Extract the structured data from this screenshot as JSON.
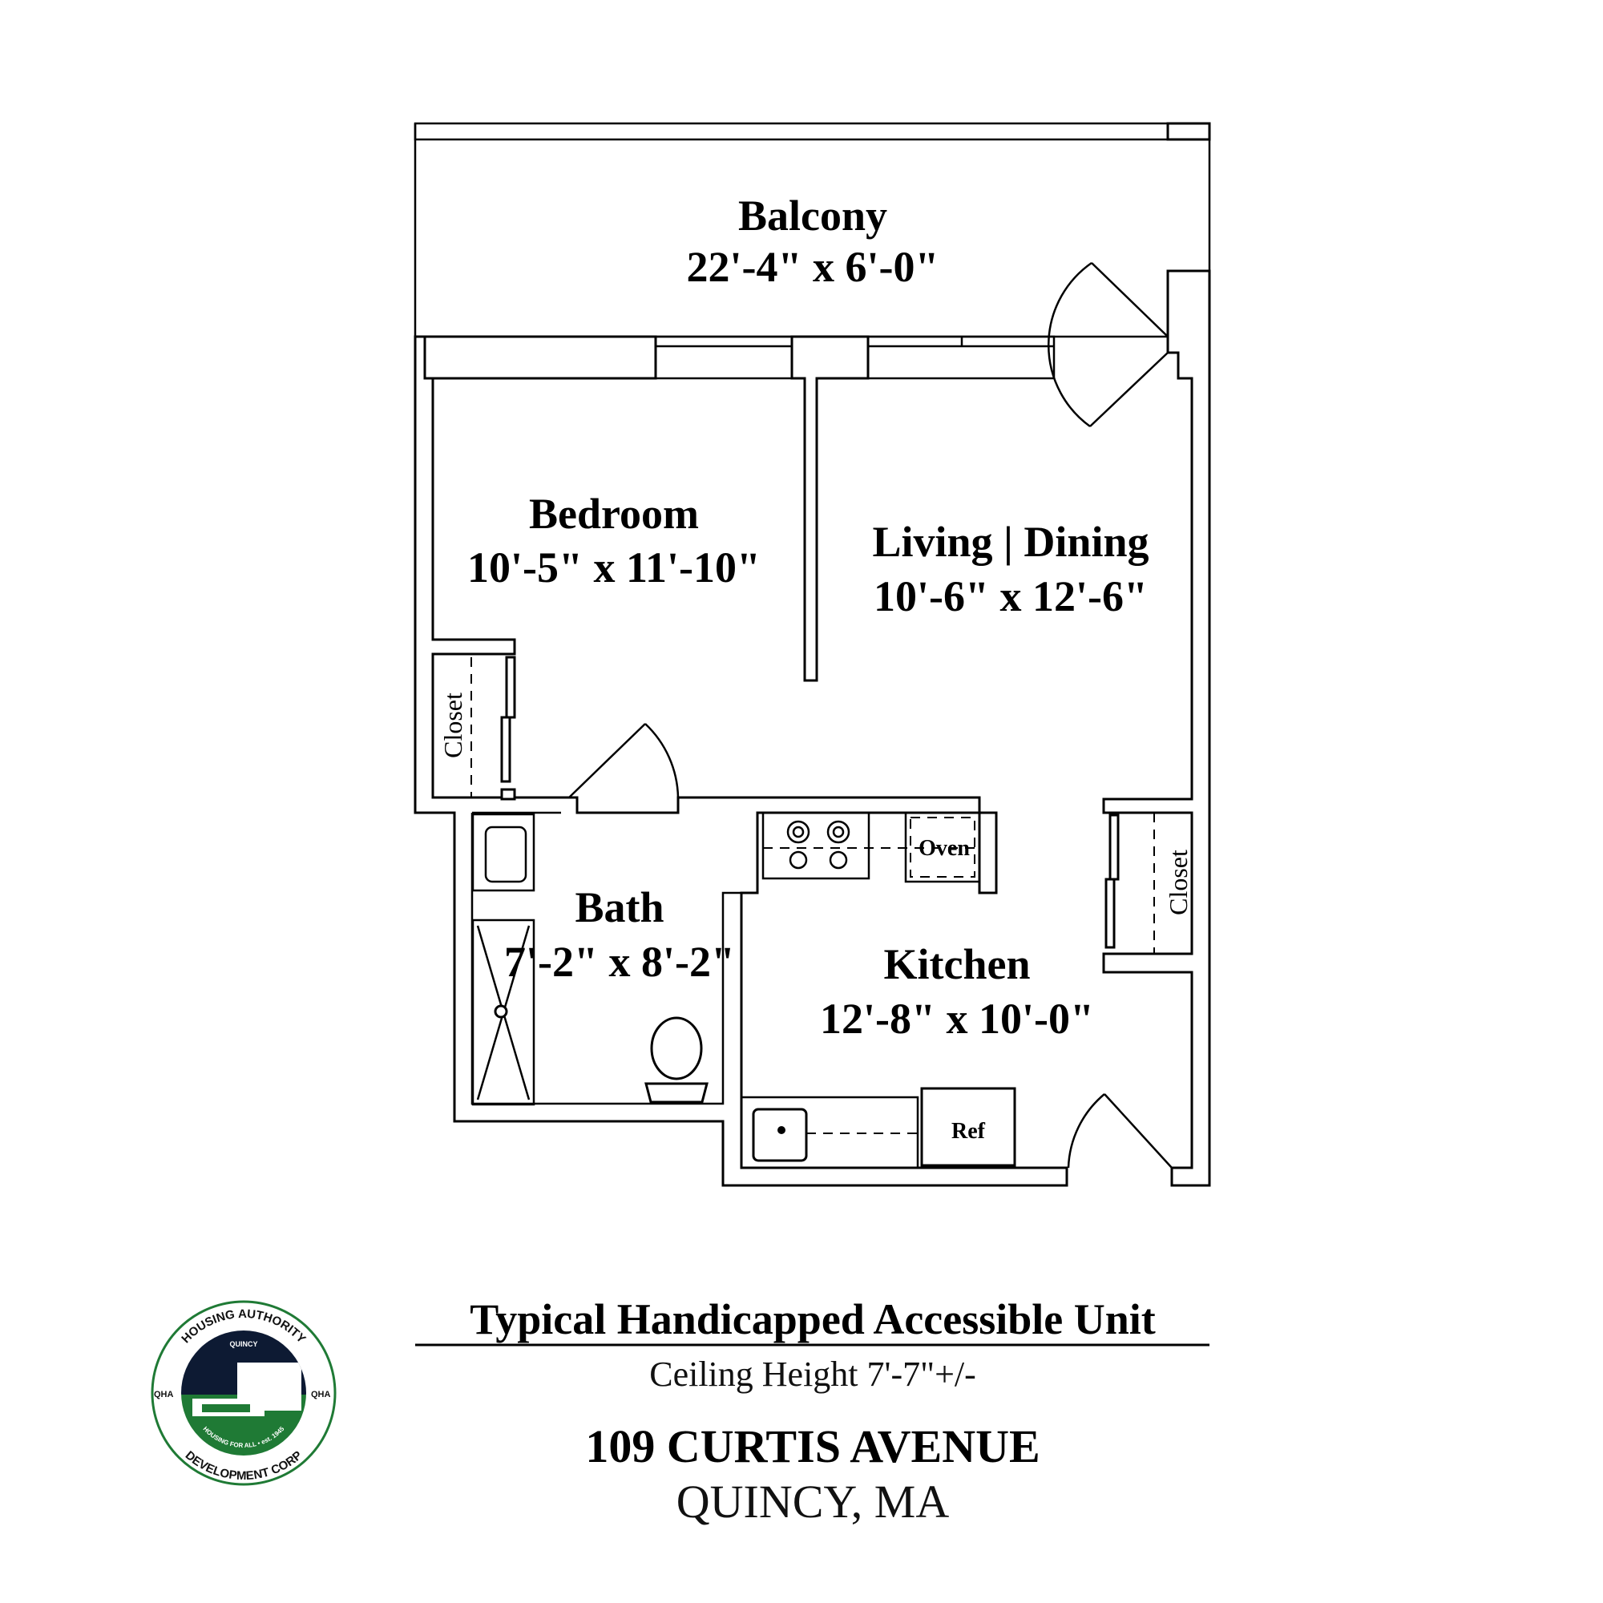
{
  "rooms": {
    "balcony": {
      "name": "Balcony",
      "dims": "22'-4\" x 6'-0\""
    },
    "bedroom": {
      "name": "Bedroom",
      "dims": "10'-5\" x 11'-10\""
    },
    "living": {
      "name": "Living | Dining",
      "dims": "10'-6\" x 12'-6\""
    },
    "bath": {
      "name": "Bath",
      "dims": "7'-2\" x 8'-2\""
    },
    "kitchen": {
      "name": "Kitchen",
      "dims": "12'-8\" x 10'-0\""
    },
    "closet_left": "Closet",
    "closet_right": "Closet",
    "oven": "Oven",
    "ref": "Ref"
  },
  "caption": {
    "title": "Typical Handicapped Accessible Unit",
    "ceiling": "Ceiling Height 7'-7\"+/-",
    "address": "109 CURTIS AVENUE",
    "city": "QUINCY, MA"
  },
  "logo": {
    "top": "HOUSING AUTHORITY",
    "inner": "QUINCY",
    "left": "QHA",
    "right": "QHA",
    "motto": "HOUSING FOR ALL • est. 1945",
    "bottom": "DEVELOPMENT CORP"
  },
  "colors": {
    "logo_green": "#1f7a35",
    "logo_navy": "#0d1a33"
  }
}
